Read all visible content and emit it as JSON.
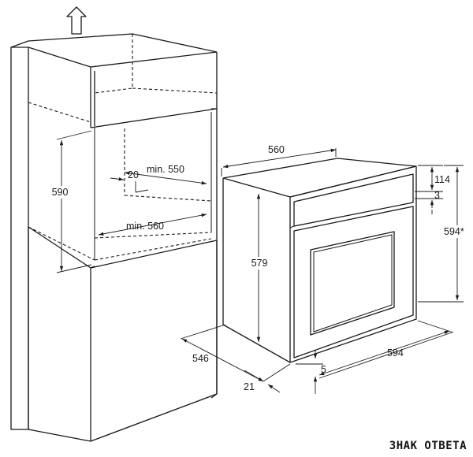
{
  "cabinet": {
    "height_label": "590",
    "gap_label": "20",
    "depth_label": "min. 550",
    "width_label": "min. 560"
  },
  "oven": {
    "width_label": "560",
    "height_label": "579",
    "depth_label": "546",
    "offset_label": "21",
    "panel_top_label": "114",
    "panel_gap_label": "3",
    "front_height_label": "594*",
    "front_width_label": "594",
    "door_gap_label": "5"
  },
  "watermark": "ЗНАК ОТВЕТА"
}
